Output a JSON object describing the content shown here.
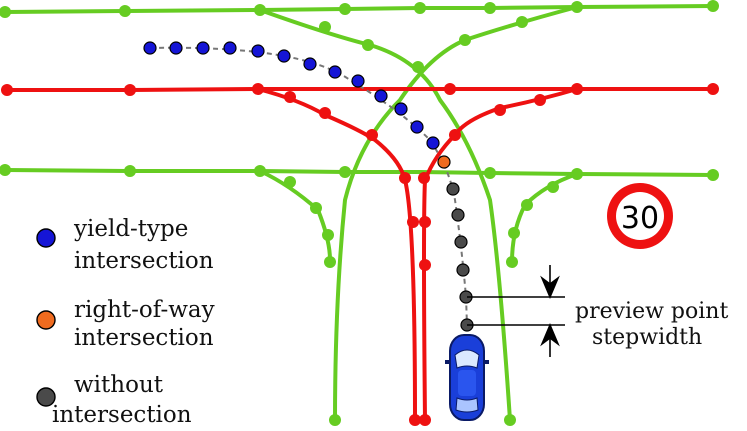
{
  "legend": {
    "yield": {
      "line1": "yield-type",
      "line2": "intersection",
      "color": "#1515d6"
    },
    "right_of_way": {
      "line1": "right-of-way",
      "line2": "intersection",
      "color": "#ef6b1f"
    },
    "without": {
      "line1": "without",
      "line2": "intersection",
      "color": "#4a4a4a"
    }
  },
  "annotation": {
    "line1": "preview point",
    "line2": "stepwidth"
  },
  "speed_sign": {
    "value": "30",
    "ring_color": "#ee1111"
  },
  "colors": {
    "green_lane": "#66cc22",
    "red_lane": "#ee1111",
    "car_body": "#1a3fd9",
    "preview_path": "#777777"
  }
}
